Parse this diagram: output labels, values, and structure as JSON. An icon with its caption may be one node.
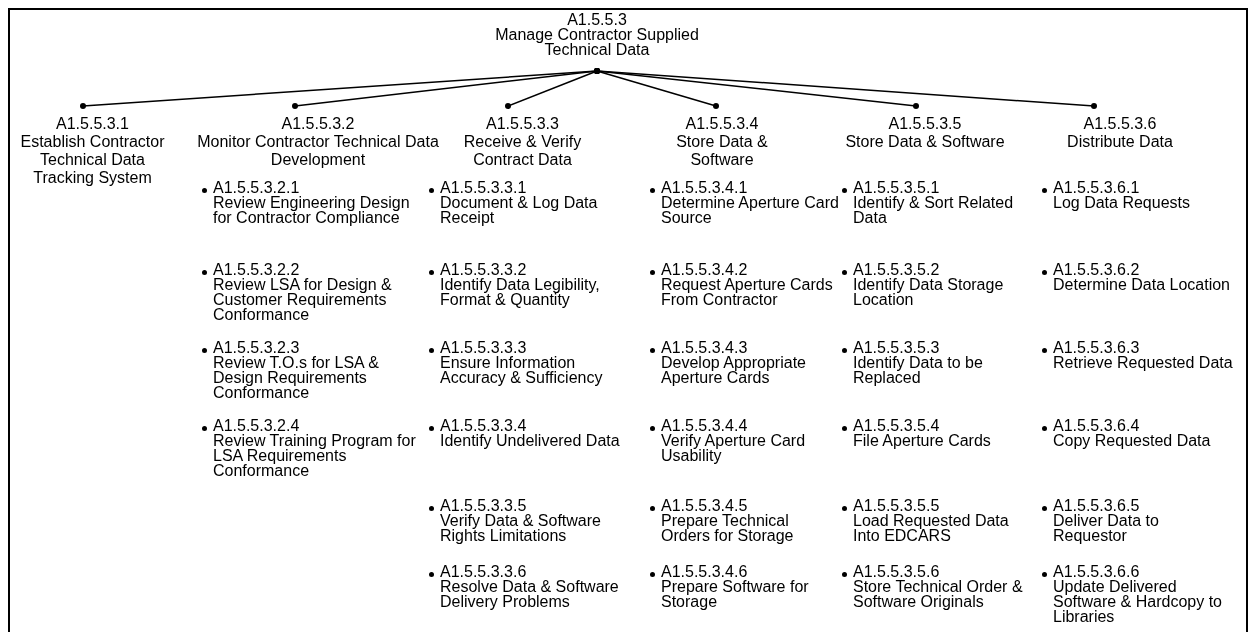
{
  "diagram": {
    "nodes": [
      {
        "text": [
          "A1.5.5.3",
          "Manage Contractor Supplied Technical Data"
        ]
      },
      {
        "text": [
          "A1.5.5.3.1",
          "Establish Contractor Technical Data Tracking System"
        ]
      },
      {
        "text": [
          "A1.5.5.3.2",
          "Monitor Contractor Technical Data Development"
        ]
      },
      {
        "text": [
          "A1.5.5.3.3",
          "Receive & Verify Contract Data"
        ]
      },
      {
        "text": [
          "A1.5.5.3.4",
          "Store Data & Software"
        ]
      },
      {
        "text": [
          "A1.5.5.3.5",
          "Store Data & Software"
        ]
      },
      {
        "text": [
          "A1.5.5.3.6",
          "Distribute Data"
        ]
      },
      {
        "text": [
          "A1.5.5.3.2.1",
          "Review Engineering Design for Contractor Compliance"
        ]
      },
      {
        "text": [
          "A1.5.5.3.2.2",
          "Review LSA for Design & Customer Requirements Conformance"
        ]
      },
      {
        "text": [
          "A1.5.5.3.2.3",
          "Review T.O.s for LSA & Design Requirements Conformance"
        ]
      },
      {
        "text": [
          "A1.5.5.3.2.4",
          "Review Training Program for LSA Requirements Conformance"
        ]
      },
      {
        "text": [
          "A1.5.5.3.3.1",
          "Document & Log Data Receipt"
        ]
      },
      {
        "text": [
          "A1.5.5.3.3.2",
          "Identify Data Legibility, Format & Quantity"
        ]
      },
      {
        "text": [
          "A1.5.5.3.3.3",
          "Ensure Information Accuracy & Sufficiency"
        ]
      },
      {
        "text": [
          "A1.5.5.3.3.4",
          "Identify Undelivered Data"
        ]
      },
      {
        "text": [
          "A1.5.5.3.3.5",
          "Verify Data & Software Rights Limitations"
        ]
      },
      {
        "text": [
          "A1.5.5.3.3.6",
          "Resolve Data & Software Delivery Problems"
        ]
      },
      {
        "text": [
          "A1.5.5.3.4.1",
          "Determine Aperture Card Source"
        ]
      },
      {
        "text": [
          "A1.5.5.3.4.2",
          "Request Aperture Cards From Contractor"
        ]
      },
      {
        "text": [
          "A1.5.5.3.4.3",
          "Develop Appropriate Aperture Cards"
        ]
      },
      {
        "text": [
          "A1.5.5.3.4.4",
          "Verify Aperture Card Usability"
        ]
      },
      {
        "text": [
          "A1.5.5.3.4.5",
          "Prepare Technical Orders for Storage"
        ]
      },
      {
        "text": [
          "A1.5.5.3.4.6",
          "Prepare Software for Storage"
        ]
      },
      {
        "text": [
          "A1.5.5.3.5.1",
          "Identify & Sort Related Data"
        ]
      },
      {
        "text": [
          "A1.5.5.3.5.2",
          "Identify Data Storage Location"
        ]
      },
      {
        "text": [
          "A1.5.5.3.5.3",
          "Identify Data to be Replaced"
        ]
      },
      {
        "text": [
          "A1.5.5.3.5.4",
          "File Aperture Cards"
        ]
      },
      {
        "text": [
          "A1.5.5.3.5.5",
          "Load Requested Data Into EDCARS"
        ]
      },
      {
        "text": [
          "A1.5.5.3.5.6",
          "Store Technical Order & Software Originals"
        ]
      },
      {
        "text": [
          "A1.5.5.3.6.1",
          "Log Data Requests"
        ]
      },
      {
        "text": [
          "A1.5.5.3.6.2",
          "Determine Data Location"
        ]
      },
      {
        "text": [
          "A1.5.5.3.6.3",
          "Retrieve Requested Data"
        ]
      },
      {
        "text": [
          "A1.5.5.3.6.4",
          "Copy Requested Data"
        ]
      },
      {
        "text": [
          "A1.5.5.3.6.5",
          "Deliver Data to Requestor"
        ]
      },
      {
        "text": [
          "A1.5.5.3.6.6",
          "Update Delivered Software & Hardcopy to Libraries"
        ]
      }
    ],
    "edges": [
      {
        "from": 0,
        "to": 1,
        "arrow": "other"
      },
      {
        "from": 0,
        "to": 2,
        "arrow": "other"
      },
      {
        "from": 0,
        "to": 3,
        "arrow": "other"
      },
      {
        "from": 0,
        "to": 4,
        "arrow": "other"
      },
      {
        "from": 0,
        "to": 5,
        "arrow": "other"
      },
      {
        "from": 0,
        "to": 6,
        "arrow": "other"
      }
    ]
  }
}
